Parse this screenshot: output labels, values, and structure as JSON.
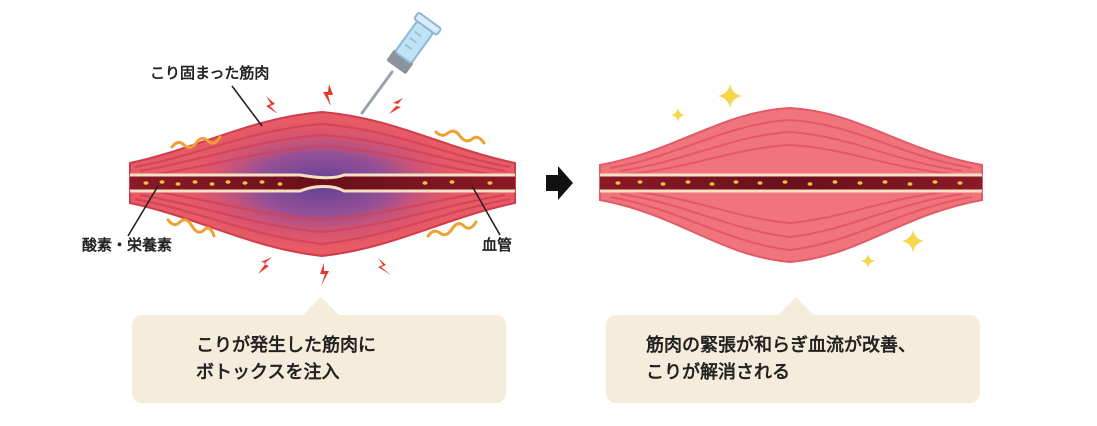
{
  "labels": {
    "stiff_muscle": "こり固まった筋肉",
    "oxygen_nutrients": "酸素・栄養素",
    "blood_vessel": "血管"
  },
  "captions": {
    "before_line1": "こりが発生した筋肉に",
    "before_line2": "ボトックスを注入",
    "after_line1": "筋肉の緊張が和らぎ血流が改善、",
    "after_line2": "こりが解消される"
  },
  "icons": {
    "arrow": "right-arrow-icon",
    "syringe": "syringe-icon",
    "pain": "lightning-icon",
    "heat": "wavy-line-icon",
    "sparkle": "sparkle-icon"
  },
  "colors": {
    "muscle_red": "#e85a65",
    "muscle_light": "#f2868d",
    "muscle_lines": "#cf3c4b",
    "tension_purple": "#6e4a9a",
    "vessel_dark": "#7a1320",
    "vessel_highlight": "#f6e0c2",
    "nutrient_dots": "#f2c045",
    "lightning_red": "#e8372c",
    "heat_orange": "#eea033",
    "sparkle_yellow": "#f6d64a",
    "bubble_bg": "#f6ecdb",
    "syringe_blue": "#bfe2f4"
  }
}
